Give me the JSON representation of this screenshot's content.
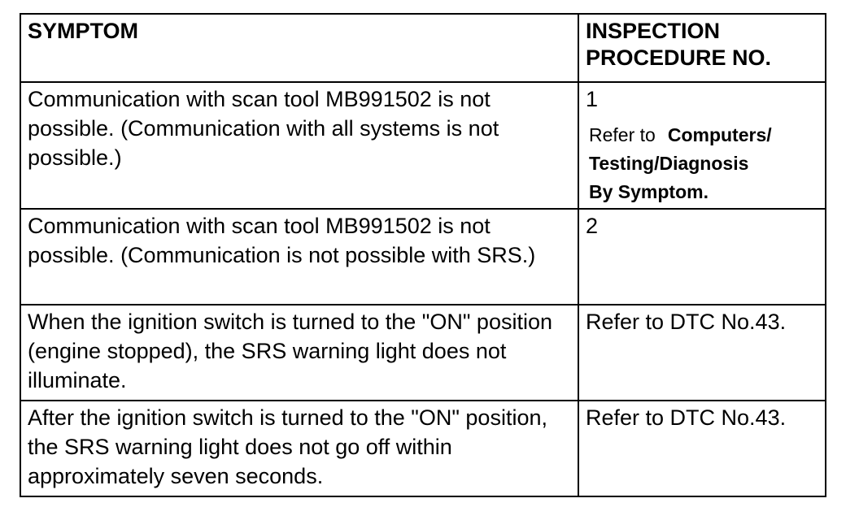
{
  "table": {
    "headers": {
      "symptom": "SYMPTOM",
      "procedure_line1": "INSPECTION",
      "procedure_line2": "PROCEDURE NO."
    },
    "rows": [
      {
        "symptom": "Communication with scan tool MB991502 is not possible. (Communication with all systems is not possible.)",
        "procedure": "1",
        "refer_lead": "Refer to",
        "refer_target_1": "Computers/",
        "refer_target_2": "Testing/Diagnosis",
        "refer_target_3": "By Symptom."
      },
      {
        "symptom": "Communication with scan tool MB991502 is not possible. (Communication is not possible with SRS.)",
        "procedure": "2"
      },
      {
        "symptom": "When the ignition switch is turned to the \"ON\" position (engine stopped), the SRS warning light does not illuminate.",
        "procedure": "Refer to DTC No.43."
      },
      {
        "symptom": "After the ignition switch is turned to the \"ON\" position, the SRS warning light does not go off within approximately seven seconds.",
        "procedure": "Refer to DTC No.43."
      }
    ]
  }
}
